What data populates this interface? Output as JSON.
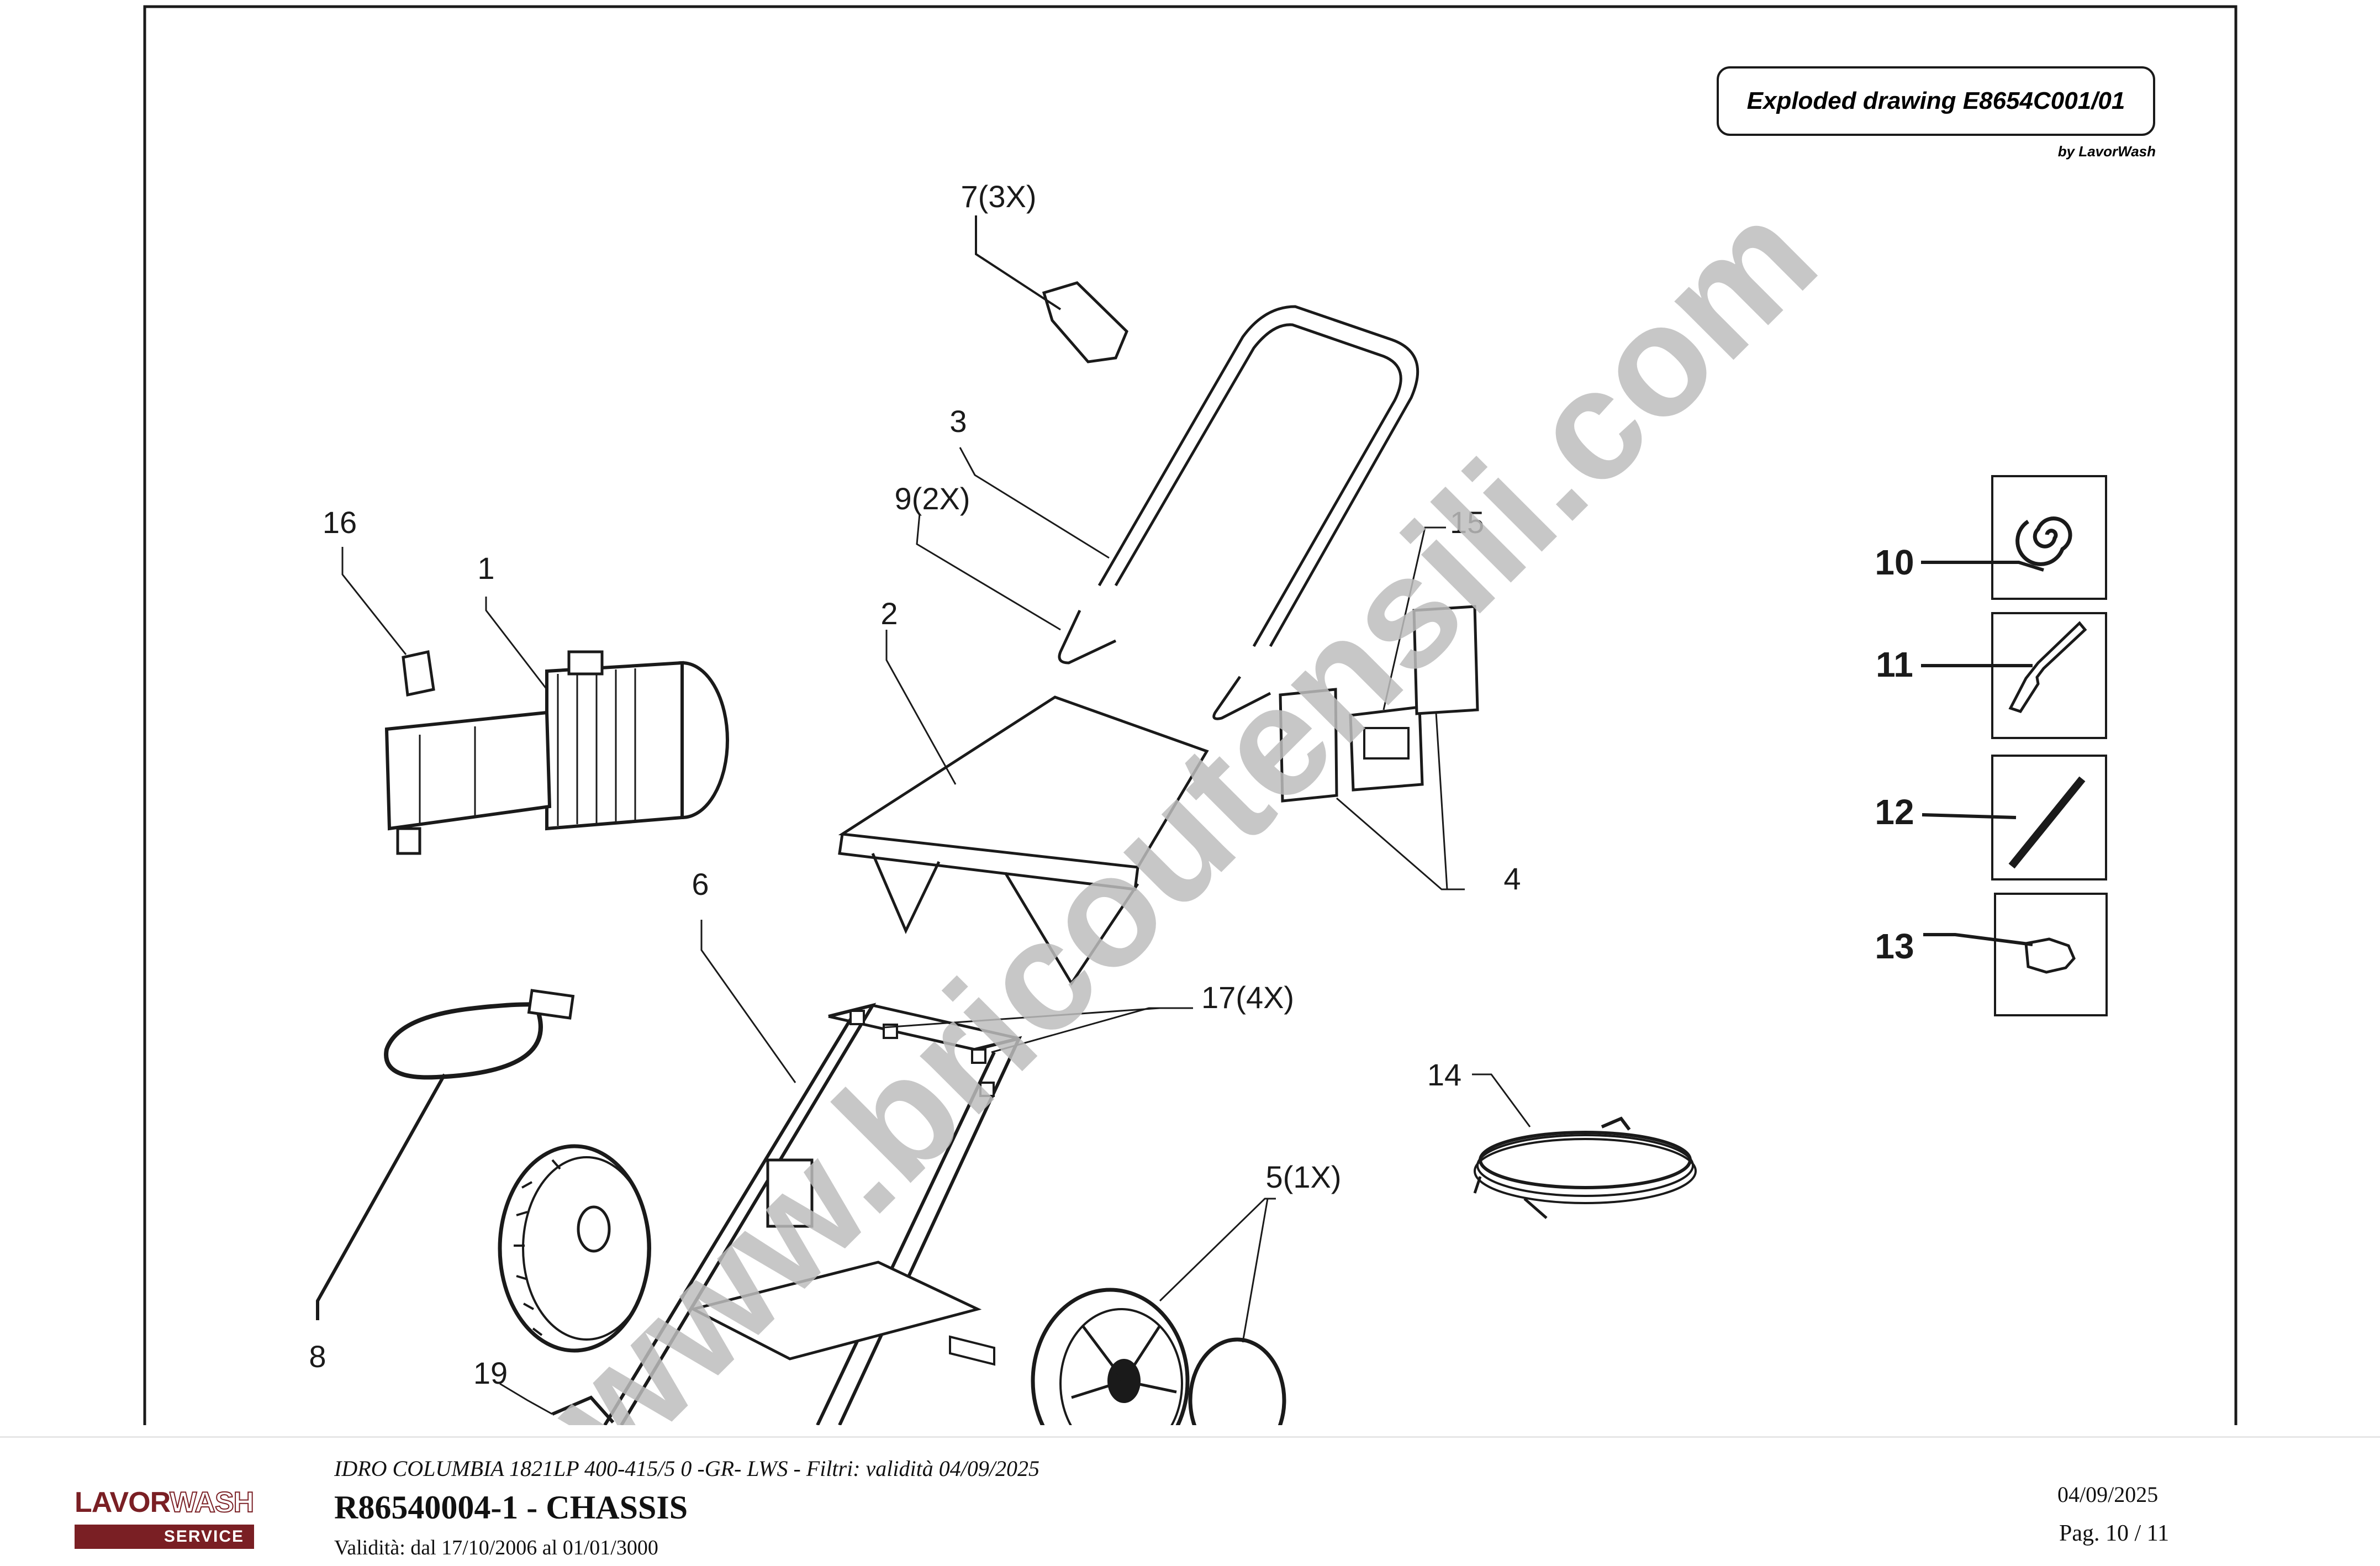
{
  "drawing": {
    "header_box_title": "Exploded drawing E8654C001/01",
    "header_by": "by LavorWash",
    "watermark": "www.bricoutensili.com",
    "callouts": {
      "c7": "7(3X)",
      "c3": "3",
      "c9": "9(2X)",
      "c16": "16",
      "c1": "1",
      "c2": "2",
      "c15": "15",
      "c4": "4",
      "c6": "6",
      "c17": "17(4X)",
      "c14": "14",
      "c5": "5(1X)",
      "c8": "8",
      "c19": "19",
      "c10": "10",
      "c11": "11",
      "c12": "12",
      "c13": "13"
    }
  },
  "footer": {
    "logo_part1": "LAVOR",
    "logo_part2": "WASH",
    "logo_service": "SERVICE",
    "model_line": "IDRO COLUMBIA 1821LP 400-415/5 0 -GR- LWS - Filtri: validità 04/09/2025",
    "title": "R86540004-1 - CHASSIS",
    "validity": "Validità: dal 17/10/2006 al 01/01/3000",
    "date": "04/09/2025",
    "page": "Pag. 10 / 11"
  },
  "colors": {
    "logo_red": "#7a1f24",
    "line": "#1a1a1a",
    "watermark": "#bdbdbd"
  }
}
